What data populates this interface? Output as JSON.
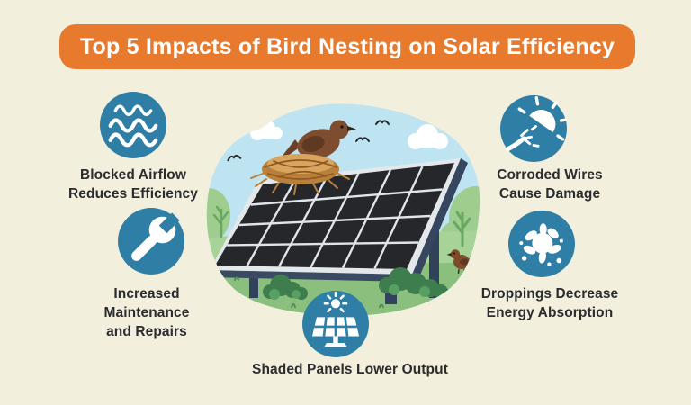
{
  "title": "Top 5 Impacts of Bird Nesting on Solar Efficiency",
  "impacts": [
    {
      "label": "Blocked Airflow\nReduces Efficiency",
      "icon": "airflow-waves-icon"
    },
    {
      "label": "Increased\nMaintenance\nand Repairs",
      "icon": "wrench-icon"
    },
    {
      "label": "Corroded Wires\nCause Damage",
      "icon": "corroded-wire-sun-icon"
    },
    {
      "label": "Droppings Decrease\nEnergy Absorption",
      "icon": "droppings-splat-icon"
    },
    {
      "label": "Shaded Panels Lower Output",
      "icon": "shaded-solar-panel-icon"
    }
  ],
  "colors": {
    "background": "#F2F0DD",
    "banner": "#E87A2E",
    "banner_text": "#FFFFFF",
    "icon_circle": "#2E7EA6",
    "label_text": "#2B2C30",
    "sky": "#BEE4F1",
    "grass": "#8ABF7E",
    "panel_cells": "#26272B"
  }
}
